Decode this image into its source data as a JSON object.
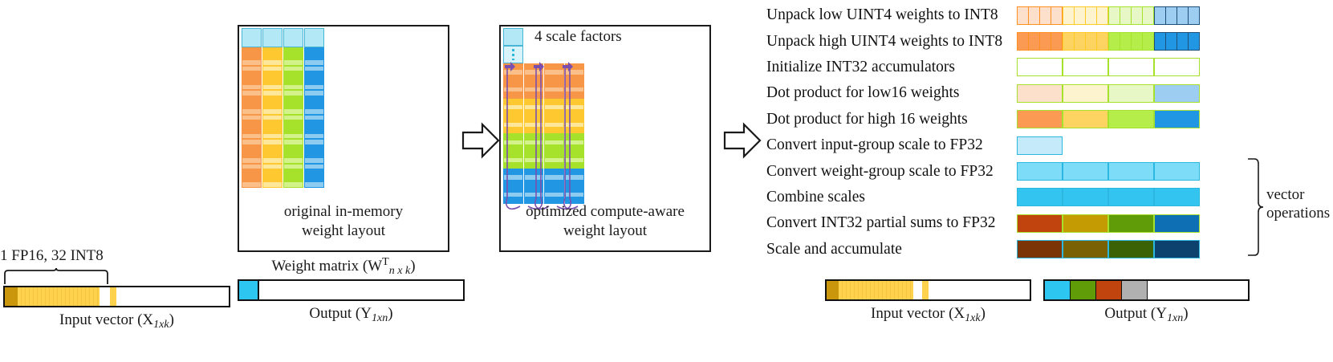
{
  "title": "Quantized INT4 matrix-vector multiply: memory layout vs compute-aware layout",
  "left_section": {
    "bracket_label": "1 FP16, 32 INT8",
    "input_vector_caption": "Input vector (X1xk)",
    "input_vector_caption_main": "Input vector (X",
    "input_vector_sub": "1xk",
    "output_caption_main": "Output (Y",
    "output_sub": "1xn",
    "input_head_color": "#c9960c",
    "input_body_color": "#ffd24d",
    "output_head_color": "#2cc6f0"
  },
  "matrix_panel_1": {
    "caption_line1": "original in-memory",
    "caption_line2": "weight layout",
    "under_caption_main": "Weight matrix (W",
    "under_caption_sup": "T",
    "under_caption_sub": "n x k",
    "under_caption_close": ")",
    "scale_header_color": "#b3e8f7",
    "columns": [
      {
        "name": "orange-column",
        "color": "#f79646",
        "light": "#fbc08a"
      },
      {
        "name": "yellow-column",
        "color": "#fdc830",
        "light": "#ffe79a"
      },
      {
        "name": "green-column",
        "color": "#a6e22b",
        "light": "#d3f38a"
      },
      {
        "name": "blue-column",
        "color": "#2196e3",
        "light": "#8ecbf0"
      }
    ],
    "rows_per_column": 23
  },
  "matrix_panel_2": {
    "scale_note": "4 scale factors",
    "caption_line1": "optimized compute-aware",
    "caption_line2": "weight layout",
    "scale_header_color": "#b3e8f7",
    "arrow_color": "#7b4fae",
    "bands": [
      {
        "name": "orange-band",
        "color": "#f79646",
        "light": "#fbc08a",
        "rows": 6
      },
      {
        "name": "yellow-band",
        "color": "#fdc830",
        "light": "#ffe79a",
        "rows": 6
      },
      {
        "name": "green-band",
        "color": "#a6e22b",
        "light": "#d3f38a",
        "rows": 6
      },
      {
        "name": "blue-band",
        "color": "#2196e3",
        "light": "#8ecbf0",
        "rows": 6
      }
    ],
    "sub_columns": 4
  },
  "operations": {
    "bracket_label_line1": "vector",
    "bracket_label_line2": "operations",
    "rows": [
      {
        "label": "Unpack low UINT4 weights to INT8",
        "name": "unpack-low-uint4",
        "style": "cells4x4",
        "border": "#ff8f1f",
        "groups": [
          {
            "fill": "#fde0cc",
            "border": "#ff8f1f",
            "cells": 4
          },
          {
            "fill": "#fdf4cf",
            "border": "#ffc926",
            "cells": 4
          },
          {
            "fill": "#e7f8c6",
            "border": "#a6e22b",
            "cells": 4
          },
          {
            "fill": "#9ecdf2",
            "border": "#1f4e79",
            "cells": 4
          }
        ]
      },
      {
        "label": "Unpack high UINT4 weights to INT8",
        "name": "unpack-high-uint4",
        "style": "cells4x4",
        "border": "#ff8f1f",
        "groups": [
          {
            "fill": "#fb9a52",
            "border": "#ff8f1f",
            "cells": 4
          },
          {
            "fill": "#fdd462",
            "border": "#ffc926",
            "cells": 4
          },
          {
            "fill": "#b5ee4a",
            "border": "#a6e22b",
            "cells": 4
          },
          {
            "fill": "#2196e3",
            "border": "#1f4e79",
            "cells": 4
          }
        ]
      },
      {
        "label": "Initialize INT32  accumulators",
        "name": "initialize-int32-accumulators",
        "style": "blocks4",
        "groups": [
          {
            "fill": "#ffffff",
            "border": "#a6e22b"
          },
          {
            "fill": "#ffffff",
            "border": "#a6e22b"
          },
          {
            "fill": "#ffffff",
            "border": "#a6e22b"
          },
          {
            "fill": "#ffffff",
            "border": "#a6e22b"
          }
        ]
      },
      {
        "label": "Dot product for low16 weights",
        "name": "dot-product-low16",
        "style": "blocks4",
        "groups": [
          {
            "fill": "#fde0cc",
            "border": "#a6e22b"
          },
          {
            "fill": "#fdf4cf",
            "border": "#a6e22b"
          },
          {
            "fill": "#e7f8c6",
            "border": "#a6e22b"
          },
          {
            "fill": "#9ecdf2",
            "border": "#a6e22b"
          }
        ]
      },
      {
        "label": "Dot product for high 16 weights",
        "name": "dot-product-high16",
        "style": "blocks4",
        "groups": [
          {
            "fill": "#fb9a52",
            "border": "#a6e22b"
          },
          {
            "fill": "#fdd462",
            "border": "#a6e22b"
          },
          {
            "fill": "#b5ee4a",
            "border": "#a6e22b"
          },
          {
            "fill": "#2196e3",
            "border": "#a6e22b"
          }
        ]
      },
      {
        "label": "Convert input-group scale to FP32",
        "name": "convert-input-group-scale",
        "style": "blocks1",
        "groups": [
          {
            "fill": "#c5ebfa",
            "border": "#2cb7e0"
          }
        ]
      },
      {
        "label": "Convert weight-group scale to FP32",
        "name": "convert-weight-group-scale",
        "style": "blocks4",
        "groups": [
          {
            "fill": "#7ddcf7",
            "border": "#2cb7e0"
          },
          {
            "fill": "#7ddcf7",
            "border": "#2cb7e0"
          },
          {
            "fill": "#7ddcf7",
            "border": "#2cb7e0"
          },
          {
            "fill": "#7ddcf7",
            "border": "#2cb7e0"
          }
        ]
      },
      {
        "label": "Combine scales",
        "name": "combine-scales",
        "style": "blocks4",
        "groups": [
          {
            "fill": "#33c5ef",
            "border": "#2cb7e0"
          },
          {
            "fill": "#33c5ef",
            "border": "#2cb7e0"
          },
          {
            "fill": "#33c5ef",
            "border": "#2cb7e0"
          },
          {
            "fill": "#33c5ef",
            "border": "#2cb7e0"
          }
        ]
      },
      {
        "label": "Convert INT32 partial sums to FP32",
        "name": "convert-int32-partial-sums",
        "style": "blocks4",
        "groups": [
          {
            "fill": "#c1440e",
            "border": "#a6e22b"
          },
          {
            "fill": "#c59b04",
            "border": "#a6e22b"
          },
          {
            "fill": "#5f9c08",
            "border": "#a6e22b"
          },
          {
            "fill": "#0f6fb4",
            "border": "#a6e22b"
          }
        ]
      },
      {
        "label": "Scale and accumulate",
        "name": "scale-and-accumulate",
        "style": "blocks4",
        "groups": [
          {
            "fill": "#7a3405",
            "border": "#2cb7e0"
          },
          {
            "fill": "#7a6104",
            "border": "#2cb7e0"
          },
          {
            "fill": "#3c6206",
            "border": "#2cb7e0"
          },
          {
            "fill": "#0d426e",
            "border": "#2cb7e0"
          }
        ]
      }
    ]
  },
  "right_section": {
    "input_vector_caption_main": "Input vector (X",
    "input_vector_sub": "1xk",
    "output_caption_main": "Output (Y",
    "output_sub": "1xn",
    "input_head_color": "#c9960c",
    "input_body_color": "#ffd24d",
    "output_cells": [
      {
        "name": "output-cell-cyan",
        "color": "#2cc6f0"
      },
      {
        "name": "output-cell-green",
        "color": "#5f9c08"
      },
      {
        "name": "output-cell-orange",
        "color": "#c1440e"
      },
      {
        "name": "output-cell-gray",
        "color": "#b0b0b0"
      }
    ]
  }
}
